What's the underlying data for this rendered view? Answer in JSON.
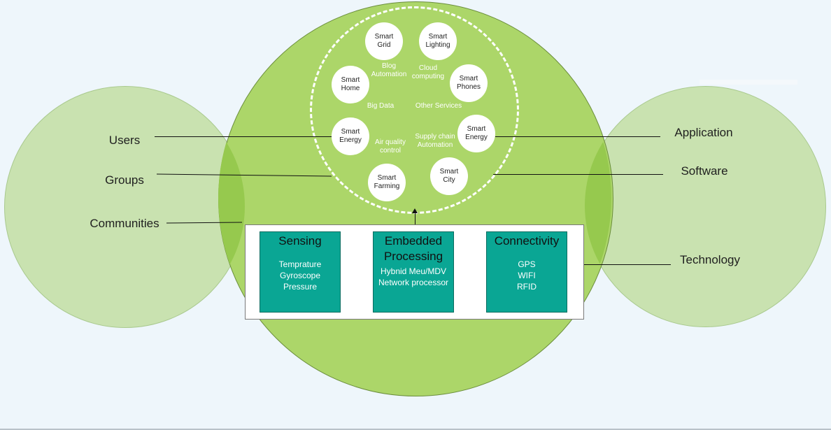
{
  "nodes": {
    "smart_grid": [
      "Smart",
      "Grid"
    ],
    "smart_lighting": [
      "Smart",
      "Lighting"
    ],
    "smart_home": [
      "Smart",
      "Home"
    ],
    "smart_phones": [
      "Smart",
      "Phones"
    ],
    "smart_energy_left": [
      "Smart",
      "Energy"
    ],
    "smart_energy_right": [
      "Smart",
      "Energy"
    ],
    "smart_farming": [
      "Smart",
      "Farming"
    ],
    "smart_city": [
      "Smart",
      "City"
    ]
  },
  "inner_labels": {
    "blog_automation": [
      "Blog",
      "Automation"
    ],
    "cloud_computing": [
      "Cloud",
      "computing"
    ],
    "big_data": "Big Data",
    "other_services": "Other Services",
    "air_quality_control": [
      "Air quality",
      "control"
    ],
    "supply_chain_automation": [
      "Supply chain",
      "Automation"
    ]
  },
  "left_labels": {
    "users": "Users",
    "groups": "Groups",
    "communities": "Communities"
  },
  "right_labels": {
    "application": "Application",
    "software": "Software",
    "technology": "Technology"
  },
  "boxes": {
    "sensing": {
      "title": [
        "Sensing"
      ],
      "items": [
        "Temprature",
        "Gyroscope",
        "Pressure"
      ]
    },
    "embedded": {
      "title": [
        "Embedded",
        "Processing"
      ],
      "items": [
        "Hybnid Meu/MDV",
        "Network processor"
      ]
    },
    "connectivity": {
      "title": [
        "Connectivity"
      ],
      "items": [
        "GPS",
        "WIFI",
        "RFID"
      ]
    }
  },
  "colors": {
    "side_circle": "#c9e2b0",
    "big_circle": "#acd669",
    "overlap": "#96c94e",
    "box_teal": "#0aa694"
  }
}
